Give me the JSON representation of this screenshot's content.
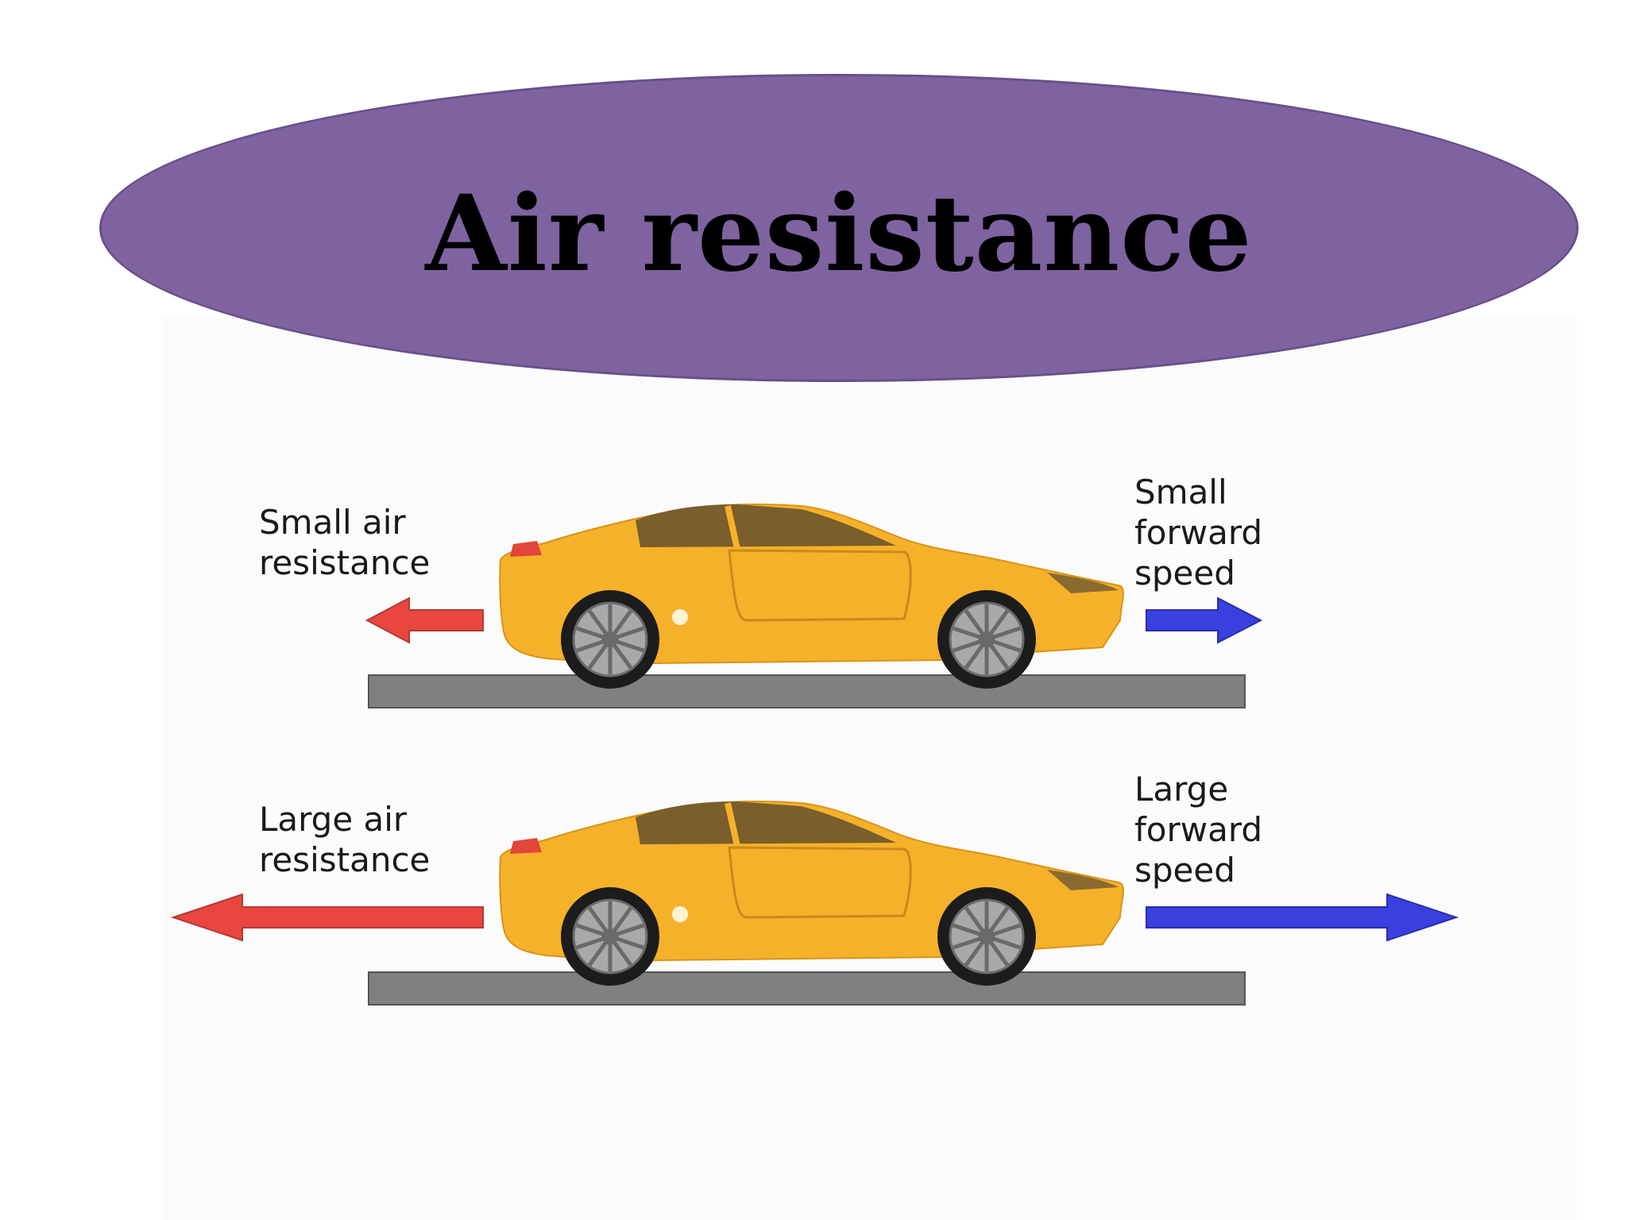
{
  "title": "Air resistance",
  "colors": {
    "title_ellipse": "#7e63a0",
    "air_resistance_arrow": "#e8463f",
    "forward_speed_arrow": "#3a3fe0",
    "car_body": "#f6b12a",
    "road": "#808080"
  },
  "rows": [
    {
      "resistance_label": [
        "Small air",
        "resistance"
      ],
      "speed_label": [
        "Small",
        "forward",
        "speed"
      ],
      "arrow_size": "small"
    },
    {
      "resistance_label": [
        "Large air",
        "resistance"
      ],
      "speed_label": [
        "Large",
        "forward",
        "speed"
      ],
      "arrow_size": "large"
    }
  ]
}
